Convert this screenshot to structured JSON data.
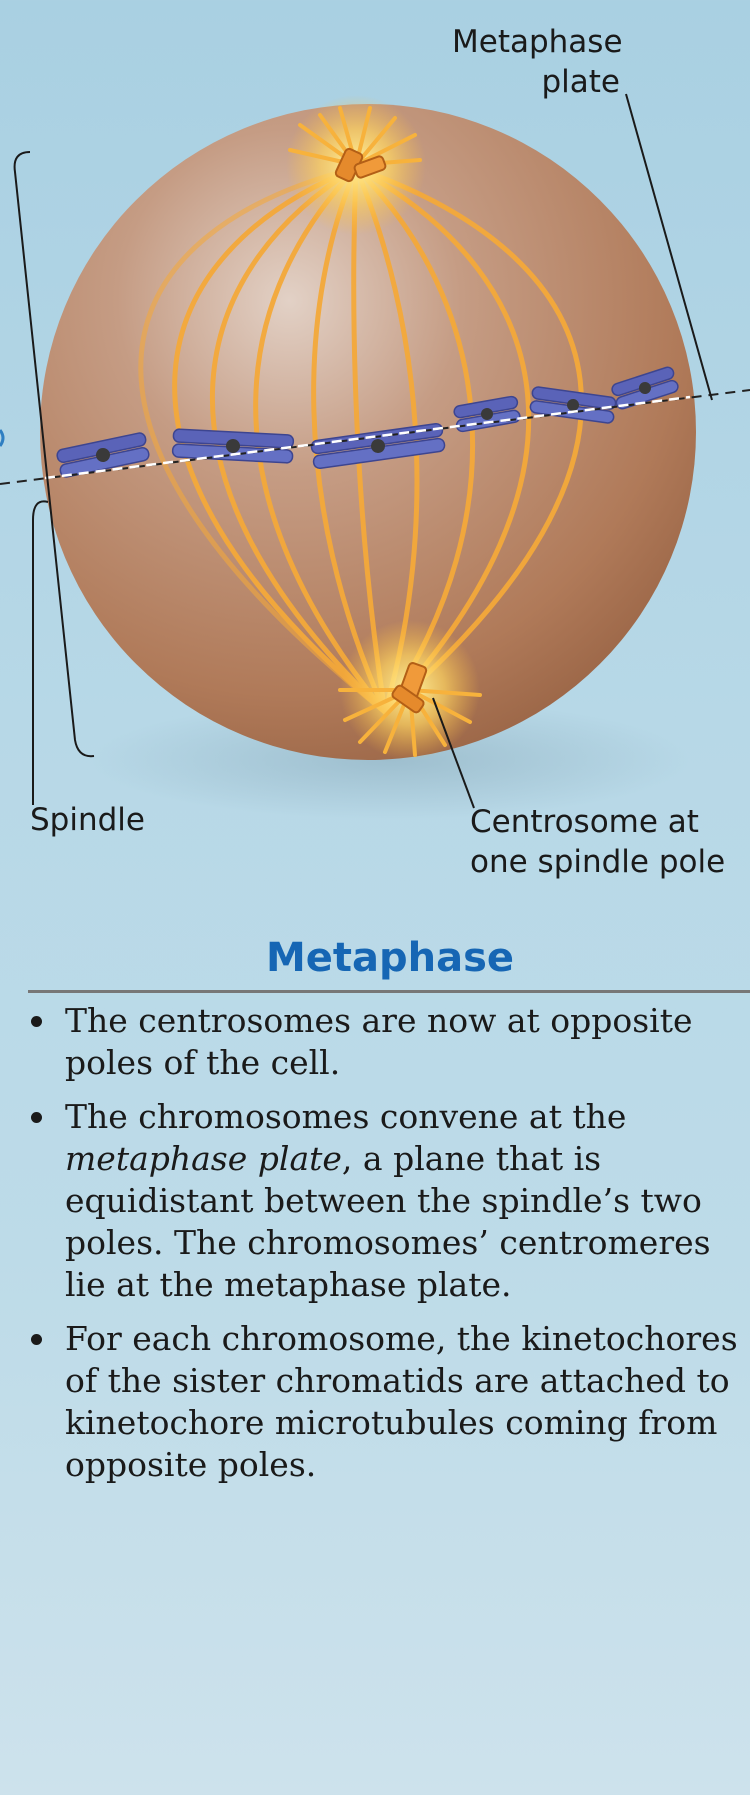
{
  "labels": {
    "metaphase_plate_line1": "Metaphase",
    "metaphase_plate_line2": "plate",
    "spindle": "Spindle",
    "centrosome_line1": "Centrosome at",
    "centrosome_line2": "one spindle pole"
  },
  "title": "Metaphase",
  "bullets": [
    {
      "text": "The centrosomes are now at opposite poles of the cell."
    },
    {
      "pre": "The chromosomes convene at the ",
      "italic": "metaphase plate",
      "post": ", a plane that is equidistant between the spindle’s two poles. The chromosomes’ centromeres lie at the metaphase plate."
    },
    {
      "text": "For each chromosome, the kinetochores of the sister chromatids are attached to kinetochore microtubules coming from opposite poles."
    }
  ],
  "colors": {
    "title": "#1666b4",
    "cell": "#b98263",
    "microtubule": "#f4a93a",
    "chromosome": "#5a63b8",
    "centrosome": "#e58a2c"
  }
}
